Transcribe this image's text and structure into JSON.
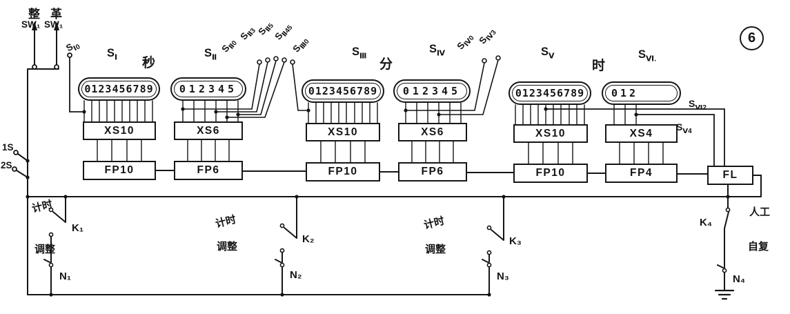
{
  "figure_number": "6",
  "colors": {
    "ink": "#141414",
    "paper": "#ffffff"
  },
  "top_left": {
    "char1": "整",
    "char2": "革",
    "sw1": "SW₁",
    "sw2": "SW₁",
    "tap": {
      "base": "S",
      "sub": "Ⅰ0"
    }
  },
  "left_switches": {
    "s1": "1S",
    "s2": "2S"
  },
  "units": {
    "seconds": "秒",
    "minutes": "分",
    "hours": "时"
  },
  "stages": [
    {
      "label_base": "S",
      "label_sub": "Ⅰ",
      "digits": "0123456789",
      "decoder": "XS10",
      "counter": "FP10"
    },
    {
      "label_base": "S",
      "label_sub": "Ⅱ",
      "digits": "012345",
      "decoder": "XS6",
      "counter": "FP6"
    },
    {
      "label_base": "S",
      "label_sub": "Ⅲ",
      "digits": "0123456789",
      "decoder": "XS10",
      "counter": "FP10"
    },
    {
      "label_base": "S",
      "label_sub": "Ⅳ",
      "digits": "012345",
      "decoder": "XS6",
      "counter": "FP6"
    },
    {
      "label_base": "S",
      "label_sub": "Ⅴ",
      "digits": "0123456789",
      "decoder": "XS10",
      "counter": "FP10"
    },
    {
      "label_base": "S",
      "label_sub": "Ⅵ.",
      "digits": "012",
      "decoder": "XS4",
      "counter": "FP4"
    }
  ],
  "flash_block": "FL",
  "taps": {
    "t1": {
      "base": "S",
      "sub": "Ⅱ0"
    },
    "t2": {
      "base": "S",
      "sub": "Ⅱ3"
    },
    "t3": {
      "base": "S",
      "sub": "Ⅱ5"
    },
    "t4": {
      "base": "S",
      "sub": "Ⅱ45"
    },
    "t5": {
      "base": "S",
      "sub": "Ⅲ0"
    },
    "t6": {
      "base": "S",
      "sub": "Ⅳ0"
    },
    "t7": {
      "base": "S",
      "sub": "Ⅳ3"
    },
    "t8": {
      "base": "S",
      "sub": "Ⅴ4"
    },
    "t9": {
      "base": "S",
      "sub": "Ⅵ2"
    }
  },
  "switches": [
    {
      "mode_top": "计时",
      "mode_bottom": "调整",
      "k": "K₁",
      "n": "N₁"
    },
    {
      "mode_top": "计时",
      "mode_bottom": "调整",
      "k": "K₂",
      "n": "N₂"
    },
    {
      "mode_top": "计时",
      "mode_bottom": "调整",
      "k": "K₃",
      "n": "N₃"
    },
    {
      "mode_top": "人工",
      "mode_bottom": "自复",
      "k": "K₄",
      "n": "N₄"
    }
  ]
}
